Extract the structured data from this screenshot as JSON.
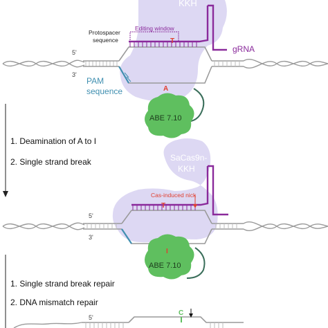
{
  "panel1": {
    "protein_title_partial": "KKH",
    "editing_window": "Editing window",
    "protospacer_line1": "Protospacer",
    "protospacer_line2": "sequence",
    "grna": "gRNA",
    "five_prime": "5'",
    "three_prime": "3'",
    "pam_line1": "PAM",
    "pam_line2": "sequence",
    "target_base_top": "T",
    "target_base_bottom": "A",
    "enzyme": "ABE 7.10"
  },
  "step_group_1": {
    "step1": "1. Deamination of A to I",
    "step2": "2. Single strand break"
  },
  "panel2": {
    "protein_title_line1": "SaCas9n-",
    "protein_title_line2": "KKH",
    "nick_label": "Cas-induced nick",
    "target_base_top": "T",
    "target_base_bottom": "I",
    "five_prime": "5'",
    "three_prime": "3'",
    "enzyme": "ABE 7.10"
  },
  "step_group_2": {
    "step1": "1. Single strand break repair",
    "step2": "2. DNA mismatch repair"
  },
  "panel3": {
    "edited_base": "C",
    "five_prime": "5'"
  },
  "colors": {
    "protein": "#d9d4f2",
    "grna": "#8a2a9b",
    "pam": "#3f8fb0",
    "enzyme": "#5fbf5f",
    "edit": "#e04030",
    "dna": "#9a9a9a"
  }
}
